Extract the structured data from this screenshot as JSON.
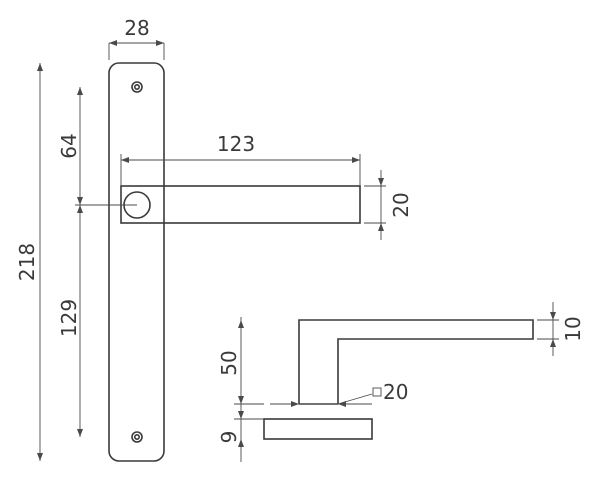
{
  "drawing": {
    "dimensions": {
      "plate_width": "28",
      "total_height": "218",
      "upper_offset": "64",
      "lower_offset": "129",
      "lever_length": "123",
      "lever_height": "20",
      "rose_height": "50",
      "base_thickness": "9",
      "top_thickness": "10",
      "square_spindle": "20"
    }
  }
}
